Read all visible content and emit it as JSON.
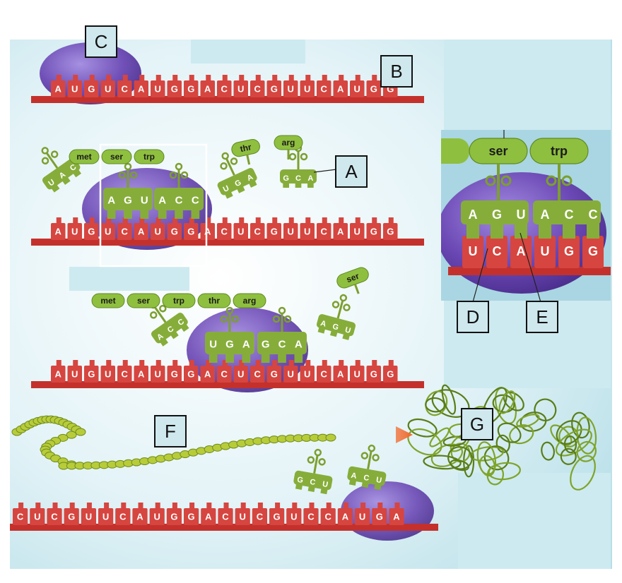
{
  "callouts": {
    "A": "A",
    "B": "B",
    "C": "C",
    "D": "D",
    "E": "E",
    "F": "F",
    "G": "G"
  },
  "strand1": [
    "A",
    "U",
    "G",
    "U",
    "C",
    "A",
    "U",
    "G",
    "G",
    "A",
    "C",
    "U",
    "C",
    "G",
    "U",
    "U",
    "C",
    "A",
    "U",
    "G",
    "G"
  ],
  "strand2": [
    "A",
    "U",
    "G",
    "U",
    "C",
    "A",
    "U",
    "G",
    "G",
    "A",
    "C",
    "U",
    "C",
    "G",
    "U",
    "U",
    "C",
    "A",
    "U",
    "G",
    "G"
  ],
  "strand3": [
    "A",
    "U",
    "G",
    "U",
    "C",
    "A",
    "U",
    "G",
    "G",
    "A",
    "C",
    "U",
    "C",
    "G",
    "U",
    "U",
    "C",
    "A",
    "U",
    "G",
    "G"
  ],
  "strand4": [
    "C",
    "U",
    "C",
    "G",
    "U",
    "U",
    "C",
    "A",
    "U",
    "G",
    "G",
    "A",
    "C",
    "U",
    "C",
    "G",
    "U",
    "C",
    "C",
    "A",
    "U",
    "G",
    "A"
  ],
  "amino_chain_2": [
    "met",
    "ser",
    "trp"
  ],
  "amino_chain_3": [
    "met",
    "ser",
    "trp",
    "thr",
    "arg"
  ],
  "free_amino_2": [
    "thr",
    "arg"
  ],
  "free_amino_3": [
    "ser"
  ],
  "trna_2": {
    "left": "UAC",
    "bound_left": [
      "A",
      "G",
      "U"
    ],
    "bound_right": [
      "A",
      "C",
      "C"
    ],
    "thr": "UGA",
    "arg": "GCA"
  },
  "trna_3": {
    "exiting": "ACC",
    "bound_left": [
      "U",
      "G",
      "A"
    ],
    "bound_right": [
      "G",
      "C",
      "A"
    ],
    "incoming": "AGU"
  },
  "trna_4": {
    "left": "GCU",
    "right": "ACU"
  },
  "inset": {
    "amino": [
      "ser",
      "trp"
    ],
    "anticodons": [
      "A",
      "G",
      "U",
      "A",
      "C",
      "C"
    ],
    "codons": [
      "U",
      "C",
      "A",
      "U",
      "G",
      "G"
    ]
  },
  "colors": {
    "mrna": "#d6453f",
    "trna": "#86ad3a",
    "ribosome": "#6d4db0",
    "arrow": "#f07035",
    "bg": "#d3ecf2"
  }
}
